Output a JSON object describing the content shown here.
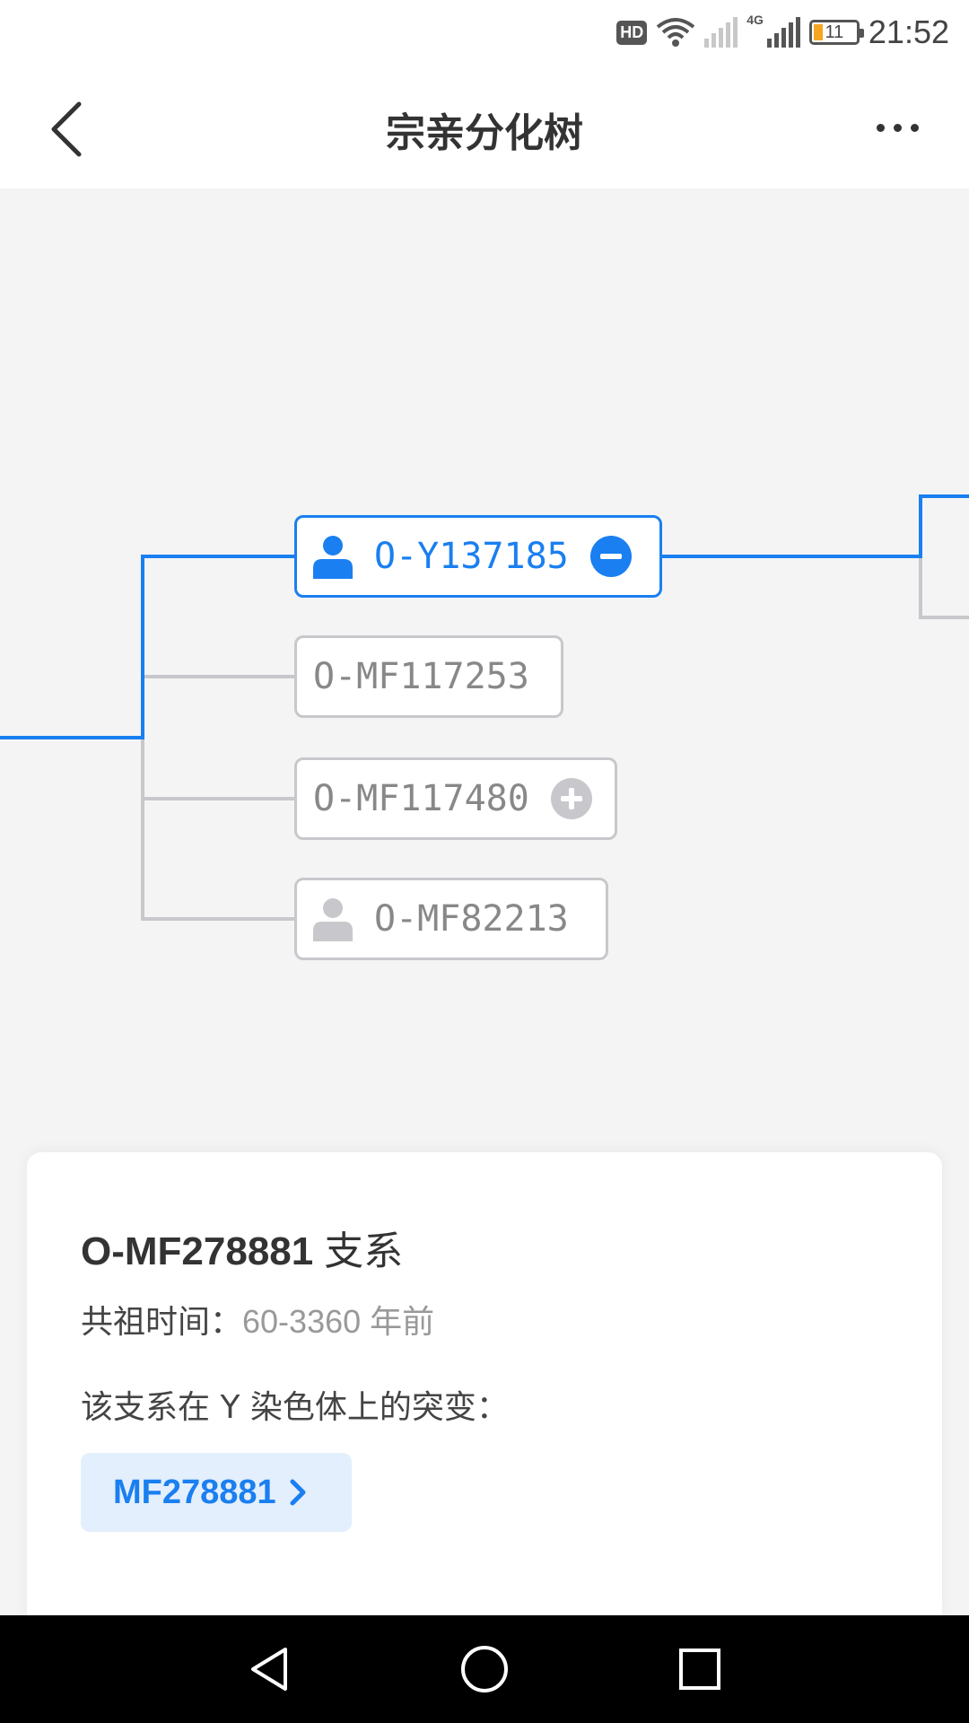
{
  "status_bar": {
    "hd_label": "HD",
    "network_label": "4G",
    "battery_level": "11",
    "time": "21:52"
  },
  "header": {
    "title": "宗亲分化树"
  },
  "tree": {
    "nodes": [
      {
        "id": "O-Y137185",
        "active": true,
        "has_person": true,
        "action": "collapse"
      },
      {
        "id": "O-MF117253",
        "active": false,
        "has_person": false,
        "action": "none"
      },
      {
        "id": "O-MF117480",
        "active": false,
        "has_person": false,
        "action": "expand"
      },
      {
        "id": "O-MF82213",
        "active": false,
        "has_person": true,
        "action": "none"
      }
    ],
    "colors": {
      "active": "#1a7ff0",
      "inactive": "#c8c8cc"
    }
  },
  "card": {
    "title_id": "O-MF278881",
    "title_suffix": "支系",
    "time_label": "共祖时间：",
    "time_value": "60-3360 年前",
    "mutation_label": "该支系在 Y 染色体上的突变：",
    "mutation_chip": "MF278881"
  },
  "icons": {
    "back": "chevron-left-icon",
    "more": "more-horizontal-icon",
    "person": "person-icon",
    "collapse": "minus-circle-icon",
    "expand": "plus-circle-icon",
    "chip_arrow": "chevron-right-icon",
    "nav_back": "triangle-back-icon",
    "nav_home": "circle-home-icon",
    "nav_recent": "square-recent-icon"
  }
}
